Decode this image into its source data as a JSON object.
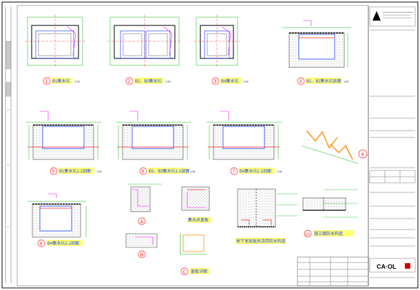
{
  "drawings": [
    {
      "num": "1",
      "title": "B1集水坑",
      "scale": "1:50"
    },
    {
      "num": "2",
      "title": "B2、B3集水坑",
      "scale": "1:50"
    },
    {
      "num": "3",
      "title": "B4集水坑",
      "scale": "1:50"
    },
    {
      "num": "4",
      "title": "B1、B2集水坑剖面",
      "scale": "1:50"
    },
    {
      "num": "5",
      "title": "B1集水坑1-1剖面",
      "scale": "1:50"
    },
    {
      "num": "6",
      "title": "B2、B3集水坑1-1剖面",
      "scale": "1:50"
    },
    {
      "num": "7",
      "title": "B4集水坑1-1剖面",
      "scale": "1:50"
    },
    {
      "num": "8",
      "title": "",
      "scale": ""
    },
    {
      "num": "9",
      "title": "B4集水坑2-2剖面",
      "scale": "1:50"
    },
    {
      "num": "A",
      "title": "节点",
      "scale": ""
    },
    {
      "num": "",
      "title": "集水井盖板",
      "scale": ""
    },
    {
      "num": "",
      "title": "地下室底板后浇带防水构造",
      "scale": ""
    },
    {
      "num": "10",
      "title": "施工缝防水构造",
      "scale": ""
    },
    {
      "num": "B",
      "title": "节点",
      "scale": ""
    },
    {
      "num": "C",
      "title": "盖板详图",
      "scale": ""
    }
  ],
  "logo_text": "CA·OL",
  "colors": {
    "green": "#00b000",
    "magenta": "#ff00ff",
    "red": "#ff2020",
    "blue": "#2040ff",
    "cyan": "#00c0c0"
  }
}
